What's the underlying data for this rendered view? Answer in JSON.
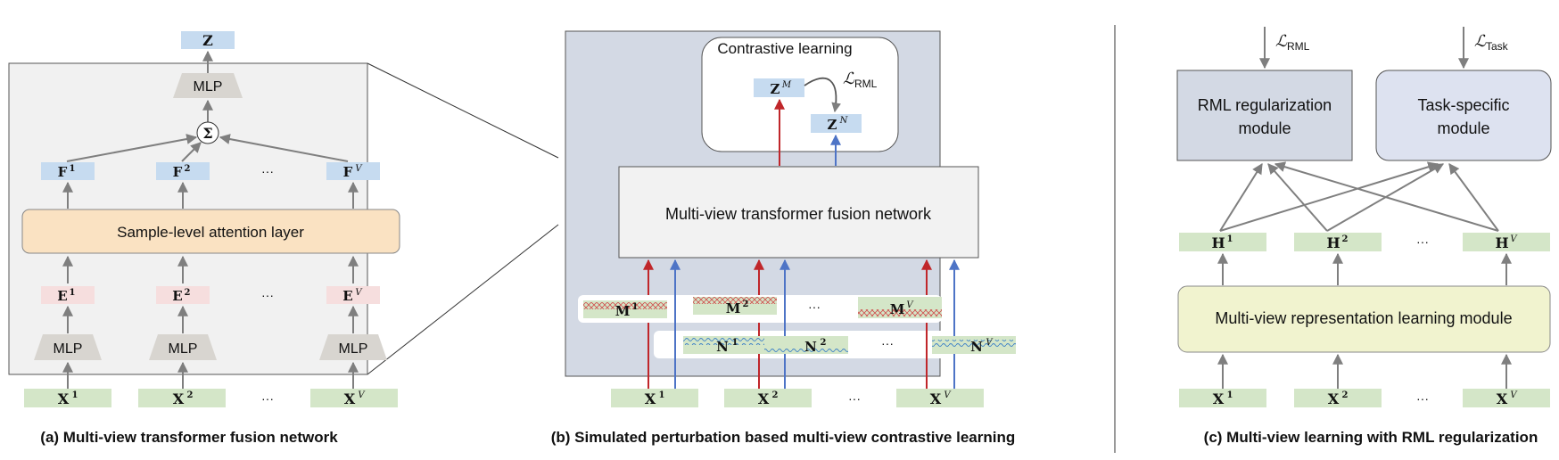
{
  "labels": {
    "z_top": "Z",
    "mlp": "MLP",
    "sum": "Σ",
    "ellipsis": "···",
    "attention_layer": "Sample-level attention layer",
    "f_base": "F",
    "e_base": "E",
    "x_base": "X",
    "m_base": "M",
    "n_base": "N",
    "h_base": "H",
    "sup": [
      "1",
      "2",
      "V"
    ],
    "contrastive": "Contrastive learning",
    "zm_base": "Z",
    "zm_sup": "M",
    "zn_base": "Z",
    "zn_sup": "N",
    "loss_script": "ℒ",
    "loss_rml_sub": "RML",
    "loss_task_sub": "Task",
    "fusion_network": "Multi-view transformer fusion network",
    "rml_module_line1": "RML regularization",
    "rml_module_line2": "module",
    "task_module_line1": "Task-specific",
    "task_module_line2": "module",
    "repr_module": "Multi-view representation learning module"
  },
  "captions": {
    "a": "(a) Multi-view transformer fusion network",
    "b": "(b) Simulated perturbation based multi-view contrastive learning",
    "c": "(c) Multi-view learning with RML regularization"
  },
  "colors": {
    "green_box": "#d4e6c8",
    "blue_box": "#c6dbf0",
    "pink_box": "#f6dede",
    "orange_box": "#fae2c2",
    "gray_trap": "#d8d5d0",
    "panel_gray": "#f1f1f1",
    "panel_b": "#d3d9e4",
    "yellow_box": "#f1f3cf",
    "red_arrow": "#c0262a",
    "blue_arrow": "#4e74c6",
    "gray_arrow": "#7f7f7f"
  }
}
